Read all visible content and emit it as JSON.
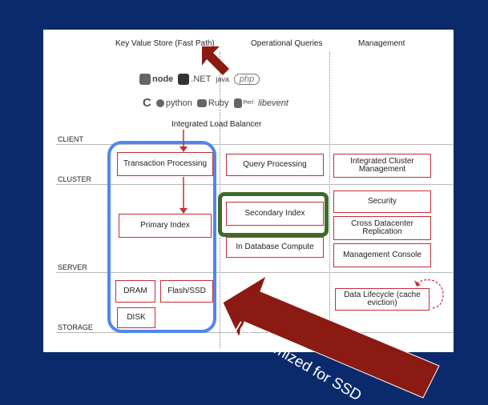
{
  "columns": {
    "kv": "Key Value Store (Fast Path)",
    "ops": "Operational Queries",
    "mgmt": "Management"
  },
  "logos_row1": [
    "node",
    ".NET",
    "java",
    "php"
  ],
  "logos_row2": [
    "C",
    "python",
    "Ruby",
    "Perl",
    "libevent"
  ],
  "integrated_load_balancer": "Integrated Load Balancer",
  "layers": {
    "client": "CLIENT",
    "cluster": "CLUSTER",
    "server": "SERVER",
    "storage": "STORAGE"
  },
  "boxes": {
    "transaction_processing": "Transaction Processing",
    "primary_index": "Primary Index",
    "dram": "DRAM",
    "flash_ssd": "Flash/SSD",
    "disk": "DISK",
    "query_processing": "Query Processing",
    "secondary_index": "Secondary Index",
    "in_db_compute": "In Database Compute",
    "integrated_cluster_mgmt": "Integrated Cluster Management",
    "security": "Security",
    "xdr": "Cross Datacenter Replication",
    "mgmt_console": "Management Console",
    "data_lifecycle": "Data Lifecycle (cache eviction)"
  },
  "callout": "IO optimized for SSD",
  "colors": {
    "background": "#0b2a6b",
    "box_border": "#c0303a",
    "blue_highlight": "#4f86f0",
    "green_highlight": "#3f6a2b",
    "callout_arrow": "#8b1a12"
  }
}
